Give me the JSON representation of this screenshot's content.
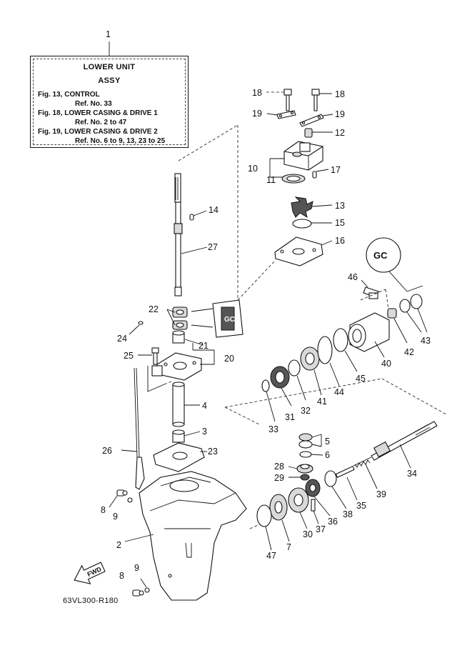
{
  "ref_box": {
    "callout": "1",
    "title": "LOWER UNIT",
    "subtitle": "ASSY",
    "lines": [
      "Fig. 13, CONTROL",
      "Ref. No. 33",
      "Fig. 18, LOWER CASING & DRIVE 1",
      "Ref. No. 2 to 47",
      "Fig. 19, LOWER CASING & DRIVE 2",
      "Ref. No. 6 to 9, 13, 23 to 25"
    ]
  },
  "callouts": {
    "c2": "2",
    "c3": "3",
    "c4": "4",
    "c5": "5",
    "c6": "6",
    "c7": "7",
    "c8a": "8",
    "c8b": "8",
    "c9a": "9",
    "c9b": "9",
    "c10": "10",
    "c11": "11",
    "c12": "12",
    "c13": "13",
    "c14": "14",
    "c15": "15",
    "c16": "16",
    "c17": "17",
    "c18a": "18",
    "c18b": "18",
    "c19a": "19",
    "c19b": "19",
    "c20": "20",
    "c21": "21",
    "c22": "22",
    "c23": "23",
    "c24": "24",
    "c25": "25",
    "c26": "26",
    "c27": "27",
    "c28": "28",
    "c29": "29",
    "c30": "30",
    "c31": "31",
    "c32": "32",
    "c33": "33",
    "c34": "34",
    "c35": "35",
    "c36": "36",
    "c37": "37",
    "c38": "38",
    "c39": "39",
    "c40": "40",
    "c41": "41",
    "c42": "42",
    "c43": "43",
    "c44": "44",
    "c45": "45",
    "c46": "46",
    "c47": "47"
  },
  "fwd_label": "FWD",
  "caption": "63VL300-R180"
}
